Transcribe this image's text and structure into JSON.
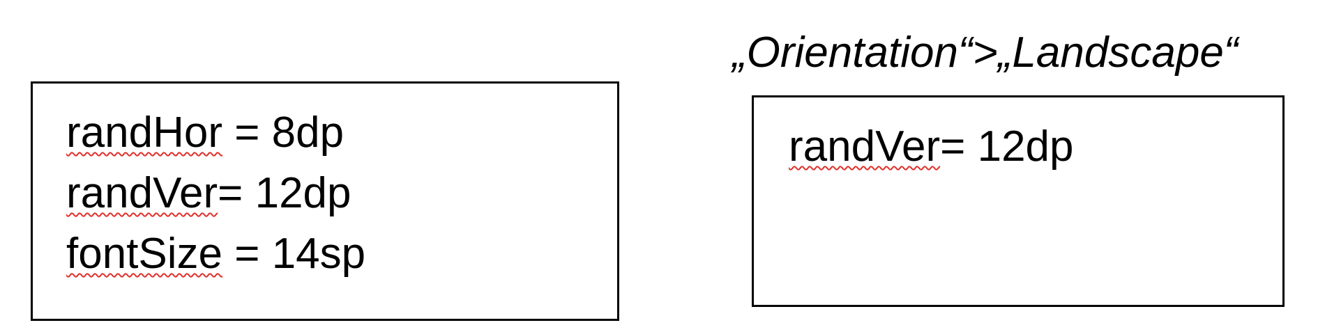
{
  "heading": "„Orientation“>„Landscape“",
  "default_box": {
    "lines": [
      {
        "name": "randHor",
        "rest": " = 8dp"
      },
      {
        "name": "randVer",
        "rest": "= 12dp"
      },
      {
        "name": "fontSize",
        "rest": " = 14sp"
      }
    ]
  },
  "landscape_box": {
    "lines": [
      {
        "name": "randVer",
        "rest": "= 12dp"
      }
    ]
  },
  "colors": {
    "border": "#000000",
    "spellcheck_underline": "#e0302a",
    "background": "#ffffff"
  }
}
